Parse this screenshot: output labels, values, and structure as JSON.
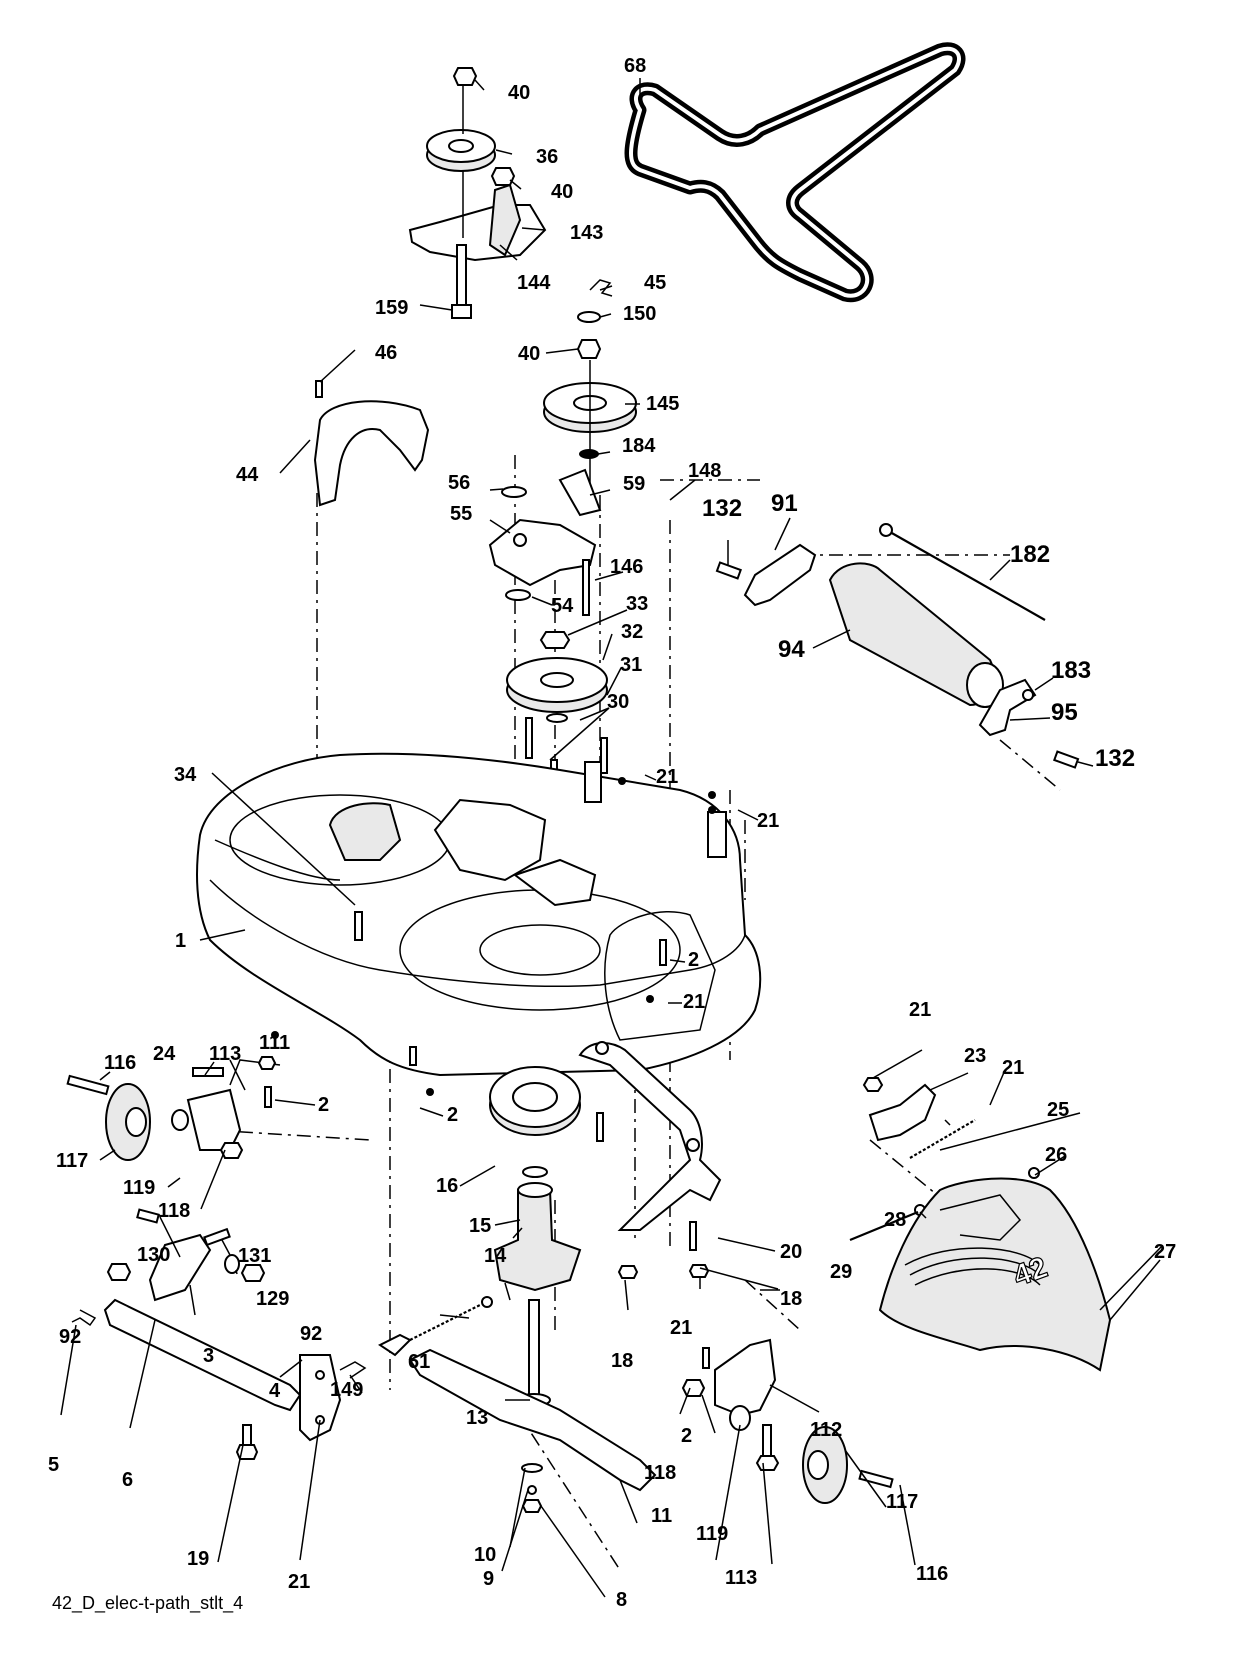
{
  "diagram": {
    "drawing_code": "42_D_elec-t-path_stlt_4",
    "deck_size_marking": "42",
    "labels": [
      {
        "id": "40a",
        "text": "40"
      },
      {
        "id": "36",
        "text": "36"
      },
      {
        "id": "40b",
        "text": "40"
      },
      {
        "id": "143",
        "text": "143"
      },
      {
        "id": "144",
        "text": "144"
      },
      {
        "id": "159",
        "text": "159"
      },
      {
        "id": "68",
        "text": "68"
      },
      {
        "id": "45",
        "text": "45"
      },
      {
        "id": "150",
        "text": "150"
      },
      {
        "id": "40c",
        "text": "40"
      },
      {
        "id": "46",
        "text": "46"
      },
      {
        "id": "145",
        "text": "145"
      },
      {
        "id": "44",
        "text": "44"
      },
      {
        "id": "184",
        "text": "184"
      },
      {
        "id": "56",
        "text": "56"
      },
      {
        "id": "59",
        "text": "59"
      },
      {
        "id": "148",
        "text": "148"
      },
      {
        "id": "55",
        "text": "55"
      },
      {
        "id": "132a",
        "text": "132"
      },
      {
        "id": "91",
        "text": "91"
      },
      {
        "id": "182",
        "text": "182"
      },
      {
        "id": "146",
        "text": "146"
      },
      {
        "id": "54",
        "text": "54"
      },
      {
        "id": "33",
        "text": "33"
      },
      {
        "id": "32",
        "text": "32"
      },
      {
        "id": "94",
        "text": "94"
      },
      {
        "id": "31",
        "text": "31"
      },
      {
        "id": "183",
        "text": "183"
      },
      {
        "id": "30",
        "text": "30"
      },
      {
        "id": "95",
        "text": "95"
      },
      {
        "id": "132b",
        "text": "132"
      },
      {
        "id": "34",
        "text": "34"
      },
      {
        "id": "21a",
        "text": "21"
      },
      {
        "id": "21b",
        "text": "21"
      },
      {
        "id": "1",
        "text": "1"
      },
      {
        "id": "2a",
        "text": "2"
      },
      {
        "id": "21c",
        "text": "21"
      },
      {
        "id": "21d",
        "text": "21"
      },
      {
        "id": "23",
        "text": "23"
      },
      {
        "id": "24",
        "text": "24"
      },
      {
        "id": "113a",
        "text": "113"
      },
      {
        "id": "111",
        "text": "111"
      },
      {
        "id": "21e",
        "text": "21"
      },
      {
        "id": "116a",
        "text": "116"
      },
      {
        "id": "2b",
        "text": "2"
      },
      {
        "id": "2c",
        "text": "2"
      },
      {
        "id": "25",
        "text": "25"
      },
      {
        "id": "26",
        "text": "26"
      },
      {
        "id": "117a",
        "text": "117"
      },
      {
        "id": "119a",
        "text": "119"
      },
      {
        "id": "16",
        "text": "16"
      },
      {
        "id": "118a",
        "text": "118"
      },
      {
        "id": "15",
        "text": "15"
      },
      {
        "id": "28",
        "text": "28"
      },
      {
        "id": "27",
        "text": "27"
      },
      {
        "id": "20",
        "text": "20"
      },
      {
        "id": "130",
        "text": "130"
      },
      {
        "id": "131",
        "text": "131"
      },
      {
        "id": "14",
        "text": "14"
      },
      {
        "id": "29",
        "text": "29"
      },
      {
        "id": "129",
        "text": "129"
      },
      {
        "id": "18a",
        "text": "18"
      },
      {
        "id": "92a",
        "text": "92"
      },
      {
        "id": "92b",
        "text": "92"
      },
      {
        "id": "3",
        "text": "3"
      },
      {
        "id": "21f",
        "text": "21"
      },
      {
        "id": "18b",
        "text": "18"
      },
      {
        "id": "61",
        "text": "61"
      },
      {
        "id": "4",
        "text": "4"
      },
      {
        "id": "149",
        "text": "149"
      },
      {
        "id": "13",
        "text": "13"
      },
      {
        "id": "112",
        "text": "112"
      },
      {
        "id": "5",
        "text": "5"
      },
      {
        "id": "2d",
        "text": "2"
      },
      {
        "id": "6",
        "text": "6"
      },
      {
        "id": "118b",
        "text": "118"
      },
      {
        "id": "11",
        "text": "11"
      },
      {
        "id": "117b",
        "text": "117"
      },
      {
        "id": "119b",
        "text": "119"
      },
      {
        "id": "19",
        "text": "19"
      },
      {
        "id": "21g",
        "text": "21"
      },
      {
        "id": "10",
        "text": "10"
      },
      {
        "id": "113b",
        "text": "113"
      },
      {
        "id": "116b",
        "text": "116"
      },
      {
        "id": "9",
        "text": "9"
      },
      {
        "id": "8",
        "text": "8"
      }
    ]
  }
}
